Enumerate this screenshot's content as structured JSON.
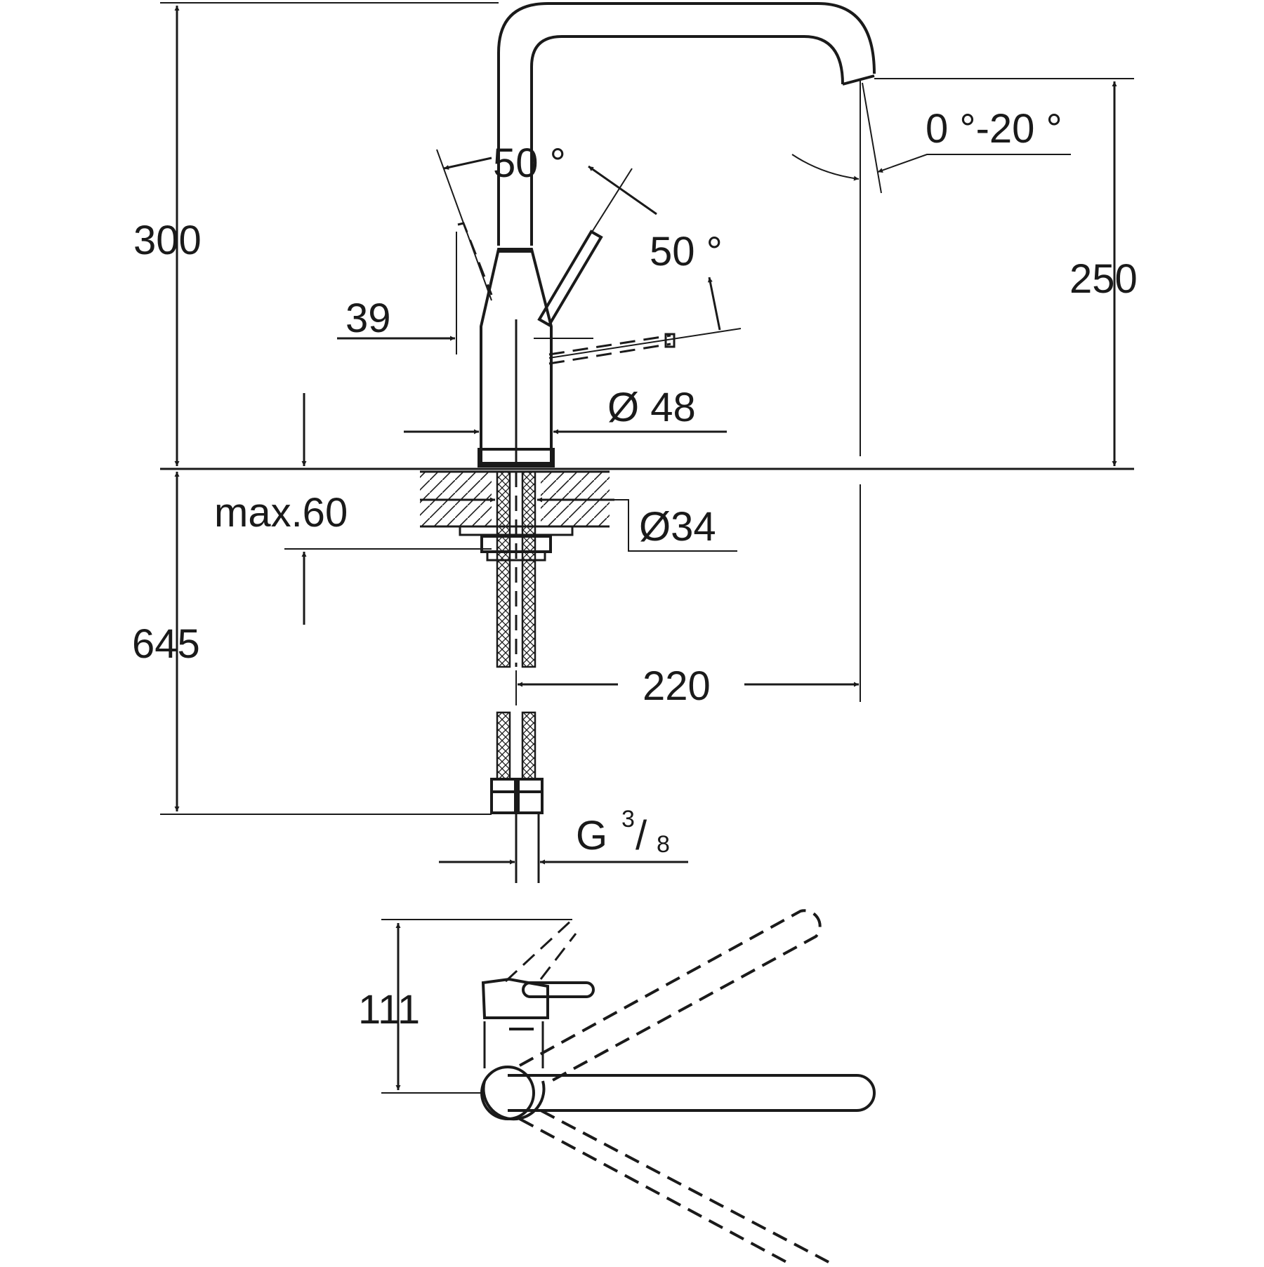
{
  "dimensions": {
    "height_total": "300",
    "height_outlet": "250",
    "below_counter": "645",
    "spout_reach": "220",
    "lever_offset": "39",
    "body_diameter": "Ø 48",
    "hole_diameter": "Ø34",
    "counter_thickness": "max.60",
    "swivel_top_view": "111",
    "connection_thread": "G",
    "thread_sup": "3",
    "thread_sub": "8"
  },
  "angles": {
    "lever_left": "50 °",
    "lever_right": "50 °",
    "spout_tilt": "0 °-20 °"
  }
}
